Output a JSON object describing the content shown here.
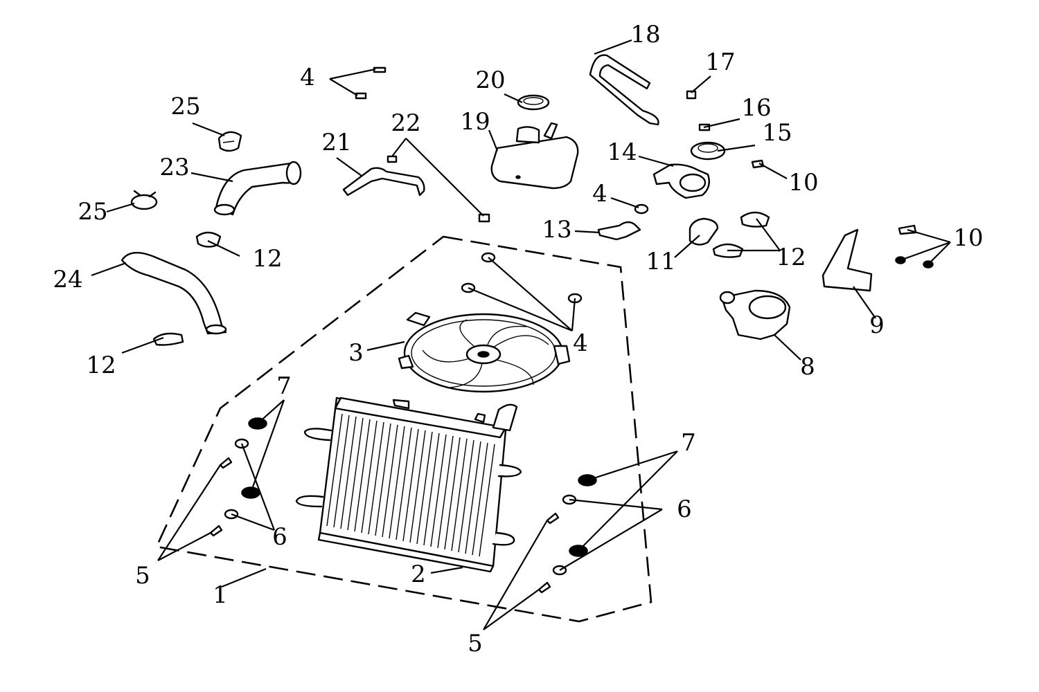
{
  "callouts": [
    {
      "id": "c1",
      "text": "1"
    },
    {
      "id": "c2",
      "text": "2"
    },
    {
      "id": "c3",
      "text": "3"
    },
    {
      "id": "c4a",
      "text": "4"
    },
    {
      "id": "c4b",
      "text": "4"
    },
    {
      "id": "c4c",
      "text": "4"
    },
    {
      "id": "c5a",
      "text": "5"
    },
    {
      "id": "c5b",
      "text": "5"
    },
    {
      "id": "c6a",
      "text": "6"
    },
    {
      "id": "c6b",
      "text": "6"
    },
    {
      "id": "c7a",
      "text": "7"
    },
    {
      "id": "c7b",
      "text": "7"
    },
    {
      "id": "c8",
      "text": "8"
    },
    {
      "id": "c9",
      "text": "9"
    },
    {
      "id": "c10a",
      "text": "10"
    },
    {
      "id": "c10b",
      "text": "10"
    },
    {
      "id": "c11",
      "text": "11"
    },
    {
      "id": "c12a",
      "text": "12"
    },
    {
      "id": "c12b",
      "text": "12"
    },
    {
      "id": "c12c",
      "text": "12"
    },
    {
      "id": "c13",
      "text": "13"
    },
    {
      "id": "c14",
      "text": "14"
    },
    {
      "id": "c15",
      "text": "15"
    },
    {
      "id": "c16",
      "text": "16"
    },
    {
      "id": "c17",
      "text": "17"
    },
    {
      "id": "c18",
      "text": "18"
    },
    {
      "id": "c19",
      "text": "19"
    },
    {
      "id": "c20",
      "text": "20"
    },
    {
      "id": "c21",
      "text": "21"
    },
    {
      "id": "c22",
      "text": "22"
    },
    {
      "id": "c23",
      "text": "23"
    },
    {
      "id": "c24",
      "text": "24"
    },
    {
      "id": "c25a",
      "text": "25"
    },
    {
      "id": "c25b",
      "text": "25"
    }
  ]
}
